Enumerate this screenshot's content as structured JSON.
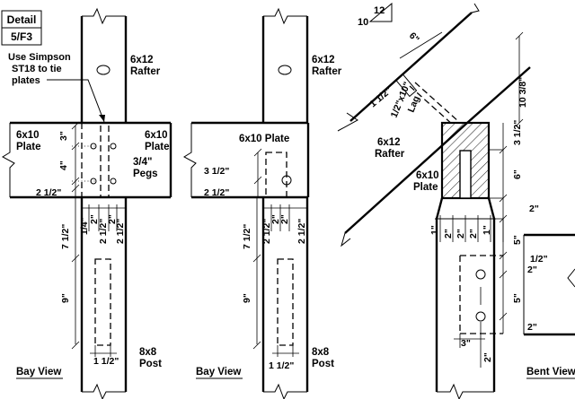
{
  "detail": {
    "line1": "Detail",
    "line2": "5/F3"
  },
  "note": {
    "l1": "Use Simpson",
    "l2": "ST18 to tie",
    "l3": "plates"
  },
  "labels": {
    "rafter": "6x12",
    "rafter2": "Rafter",
    "plate": "6x10",
    "plate2": "Plate",
    "plate_inline": "6x10 Plate",
    "pegs1": "3/4\"",
    "pegs2": "Pegs",
    "post": "8x8",
    "post2": "Post",
    "lag1": "1/2\"x10\"",
    "lag2": "Lag"
  },
  "views": {
    "bay": "Bay View",
    "bent": "Bent View"
  },
  "slope": {
    "rise": "12",
    "run": "10"
  },
  "dims": {
    "d3": "3\"",
    "d4": "4\"",
    "d2_5": "2 1/2\"",
    "d1_4": "1/4\"",
    "d2": "2\"",
    "d7_5": "7 1/2\"",
    "d9": "9\"",
    "d1_5": "1 1/2\"",
    "d3_5": "3 1/2\"",
    "d6": "6\"",
    "d10_38": "10 3/8\"",
    "d1": "1\"",
    "d5": "5\"",
    "d1_2": "1/2\"",
    "d3b": "3\""
  }
}
